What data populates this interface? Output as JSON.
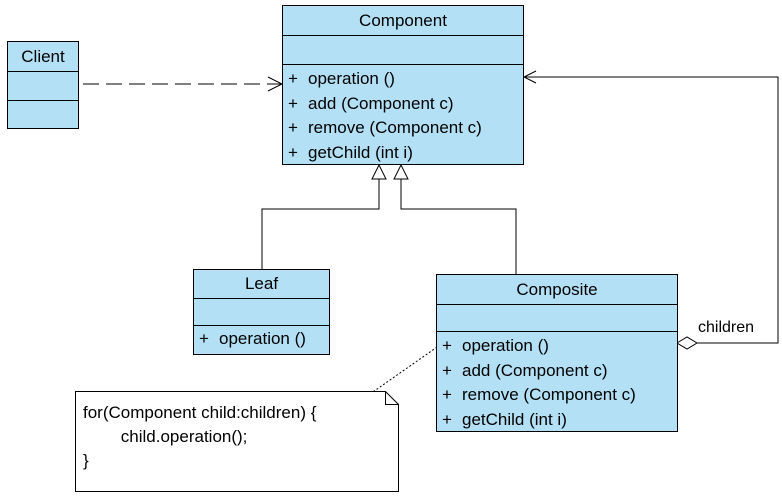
{
  "colors": {
    "class_fill": "#b3e0f5",
    "line": "#000000",
    "note_fill": "#ffffff"
  },
  "classes": {
    "client": {
      "name": "Client",
      "operations": []
    },
    "component": {
      "name": "Component",
      "operations": [
        {
          "vis": "+",
          "sig": "operation ()"
        },
        {
          "vis": "+",
          "sig": "add (Component c)"
        },
        {
          "vis": "+",
          "sig": "remove (Component c)"
        },
        {
          "vis": "+",
          "sig": "getChild (int i)"
        }
      ]
    },
    "leaf": {
      "name": "Leaf",
      "operations": [
        {
          "vis": "+",
          "sig": "operation ()"
        }
      ]
    },
    "composite": {
      "name": "Composite",
      "operations": [
        {
          "vis": "+",
          "sig": "operation ()"
        },
        {
          "vis": "+",
          "sig": "add (Component c)"
        },
        {
          "vis": "+",
          "sig": "remove (Component c)"
        },
        {
          "vis": "+",
          "sig": "getChild (int i)"
        }
      ]
    }
  },
  "relationships": [
    {
      "type": "dependency",
      "from": "Client",
      "to": "Component"
    },
    {
      "type": "generalization",
      "from": "Leaf",
      "to": "Component"
    },
    {
      "type": "generalization",
      "from": "Composite",
      "to": "Component"
    },
    {
      "type": "aggregation",
      "from": "Composite",
      "to": "Component",
      "role": "children"
    }
  ],
  "association_label": "children",
  "note": {
    "lines": [
      "for(Component child:children) {",
      "        child.operation();",
      "}"
    ]
  }
}
